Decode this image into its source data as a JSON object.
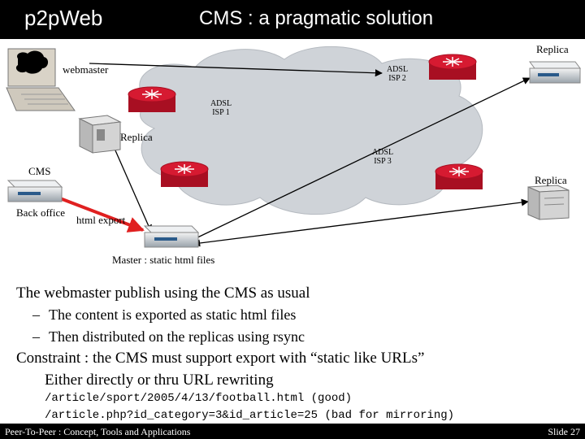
{
  "header": {
    "app_title": "p2pWeb",
    "slide_title": "CMS : a pragmatic solution"
  },
  "diagram": {
    "labels": {
      "replica_top": "Replica",
      "webmaster": "webmaster",
      "adsl_isp2": [
        "ADSL",
        "ISP 2"
      ],
      "adsl_isp1": [
        "ADSL",
        "ISP 1"
      ],
      "replica_mid": "Replica",
      "adsl_isp3": [
        "ADSL",
        "ISP 3"
      ],
      "cms": "CMS",
      "replica_right": "Replica",
      "back_office": "Back office",
      "html_export": "html export",
      "master": "Master : static html files"
    },
    "icons": [
      "workstation-icon",
      "router-icon",
      "server-tower-icon",
      "server-rack-icon",
      "cloud-icon"
    ]
  },
  "body": {
    "line1": "The webmaster publish using the CMS as usual",
    "line2": "The content is exported as static html files",
    "line3": "Then distributed on the replicas using rsync",
    "line4": "Constraint : the CMS must support export with “static like URLs”",
    "line5": "Either directly or thru URL rewriting",
    "code1": "/article/sport/2005/4/13/football.html (good)",
    "code2": "/article.php?id_category=3&id_article=25 (bad for mirroring)",
    "dash": "–"
  },
  "footer": {
    "left": "Peer-To-Peer : Concept, Tools and Applications",
    "right": "Slide 27"
  },
  "colors": {
    "accent_arrow": "#e02020",
    "router": "#c4152a"
  }
}
